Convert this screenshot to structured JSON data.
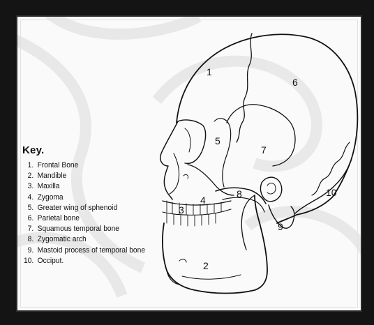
{
  "diagram": {
    "key": {
      "title": "Key.",
      "items": [
        {
          "num": "1.",
          "text": "Frontal Bone"
        },
        {
          "num": "2.",
          "text": "Mandible"
        },
        {
          "num": "3.",
          "text": "Maxilla"
        },
        {
          "num": "4.",
          "text": "Zygoma"
        },
        {
          "num": "5.",
          "text": "Greater wing of sphenoid"
        },
        {
          "num": "6.",
          "text": "Parietal bone"
        },
        {
          "num": "7.",
          "text": "Squamous temporal bone"
        },
        {
          "num": "8.",
          "text": "Zygomatic arch"
        },
        {
          "num": "9.",
          "text": "Mastoid process of temporal bone"
        },
        {
          "num": "10.",
          "text": "Occiput."
        }
      ]
    },
    "labels": {
      "n1": "1",
      "n2": "2",
      "n3": "3",
      "n4": "4",
      "n5": "5",
      "n6": "6",
      "n7": "7",
      "n8": "8",
      "n9": "9",
      "n10": "10"
    },
    "colors": {
      "background": "#141414",
      "panel": "#fafafa",
      "ink": "#111111",
      "watermark": "#dcdcdc"
    }
  }
}
